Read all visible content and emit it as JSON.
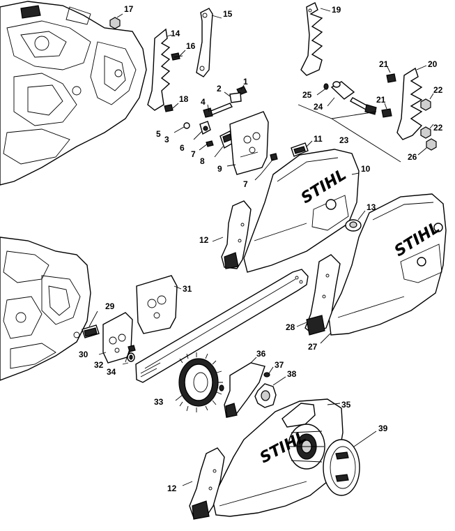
{
  "brand": {
    "logo_text": "STIHL",
    "accent": "#000000"
  },
  "callouts": {
    "c1": "1",
    "c2": "2",
    "c3": "3",
    "c4": "4",
    "c5": "5",
    "c6": "6",
    "c7a": "7",
    "c7b": "7",
    "c8": "8",
    "c9": "9",
    "c10": "10",
    "c11": "11",
    "c12a": "12",
    "c12b": "12",
    "c13": "13",
    "c14": "14",
    "c15": "15",
    "c16": "16",
    "c17": "17",
    "c18": "18",
    "c19": "19",
    "c20": "20",
    "c21a": "21",
    "c21b": "21",
    "c22a": "22",
    "c22b": "22",
    "c23": "23",
    "c24": "24",
    "c25": "25",
    "c26": "26",
    "c27": "27",
    "c28": "28",
    "c29": "29",
    "c30": "30",
    "c31": "31",
    "c32": "32",
    "c33": "33",
    "c34": "34",
    "c35": "35",
    "c36": "36",
    "c37": "37",
    "c38": "38",
    "c39": "39"
  }
}
